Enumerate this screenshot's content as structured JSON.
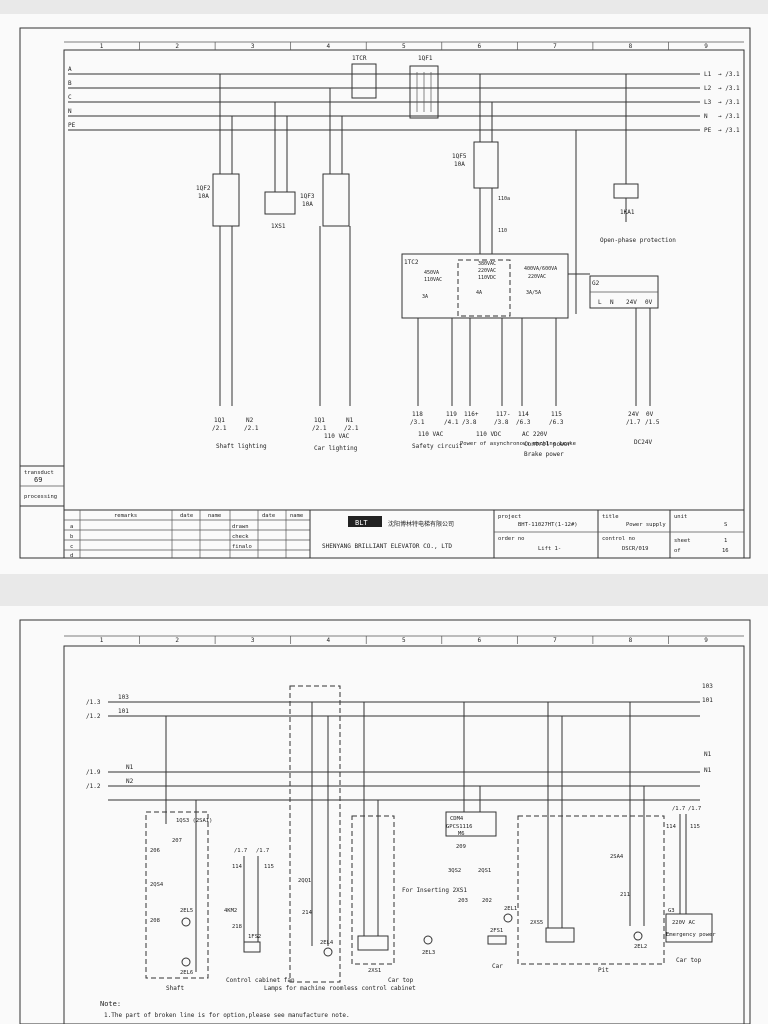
{
  "sheet1": {
    "columns": [
      "1",
      "2",
      "3",
      "4",
      "5",
      "6",
      "7",
      "8",
      "9"
    ],
    "bus_left": [
      "A",
      "B",
      "C",
      "N",
      "PE"
    ],
    "bus_right": [
      "L1",
      "L2",
      "L3",
      "N",
      "PE"
    ],
    "bus_right_ref": [
      "/3.1",
      "/3.1",
      "/3.1",
      "/3.1",
      "/3.1"
    ],
    "transformer_label": "1TCR",
    "breaker_main": "1QF1",
    "breaker_shaft": {
      "tag": "1QF2",
      "rating": "10A"
    },
    "breaker_car": {
      "tag": "1QF3",
      "rating": "10A"
    },
    "breaker_aux": {
      "tag": "1QF5",
      "rating": "10A"
    },
    "socket_label": "1XS1",
    "relay_label": "1KA1",
    "open_phase": "Open-phase protection",
    "tc2_label": "1TC2",
    "tc2_ratings": [
      "450VA",
      "110VAC",
      "3A"
    ],
    "tc2_mid": [
      "380VAC",
      "220VAC",
      "110VDC",
      "4A"
    ],
    "tc2_right": [
      "400VA/600VA",
      "220VAC",
      "3A/5A"
    ],
    "psu_label": "G2",
    "psu_terms": [
      "L",
      "N",
      "24V",
      "0V"
    ],
    "wires_bottom": [
      "1Q1",
      "N2",
      "1Q1",
      "N1",
      "118",
      "119",
      "116+",
      "117-",
      "114",
      "115",
      "24V",
      "0V"
    ],
    "refs_bottom": [
      "/2.1",
      "/2.1",
      "/2.1",
      "/2.1",
      "/3.1",
      "/4.1",
      "/3.8",
      "/3.8",
      "/6.3",
      "/6.3",
      "/1.7",
      "/1.5"
    ],
    "group_labels": [
      "Shaft lighting",
      "110 VAC",
      "Car lighting",
      "110 VAC",
      "Safety circuit",
      "110 VDC",
      "Power of asynchronous machine brake",
      "AC 220V",
      "Control power",
      "Brake power",
      "DC24V"
    ],
    "side_labels": [
      "transduct",
      "69",
      "processing"
    ],
    "title_block": {
      "remarks": "remarks",
      "date": "date",
      "name": "name",
      "rows": [
        "a",
        "b",
        "c",
        "d"
      ],
      "drawn": "drawn",
      "check": "check",
      "finalo": "finalo",
      "brand": "BLT",
      "company_cn": "沈阳博林特电梯有限公司",
      "company_en": "SHENYANG  BRILLIANT  ELEVATOR  CO., LTD",
      "project_label": "project",
      "project": "BHT-11027HT(1-12#)",
      "order_label": "order no",
      "order": "Lift 1-",
      "title_label": "title",
      "title": "Power supply",
      "control_label": "control no",
      "control": "DSCR/019",
      "unit_label": "unit",
      "unit": "S",
      "sheet_label": "sheet",
      "sheet": "1",
      "of_label": "of",
      "of": "16"
    }
  },
  "sheet2": {
    "columns": [
      "1",
      "2",
      "3",
      "4",
      "5",
      "6",
      "7",
      "8",
      "9"
    ],
    "left_refs": [
      "/1.3",
      "/1.2",
      "/1.9",
      "/1.2"
    ],
    "left_wires": [
      "103",
      "101",
      "N1",
      "N2"
    ],
    "right_wires": [
      "103",
      "101",
      "N1",
      "N1"
    ],
    "shaft_switch": "1QS3 (2SA1)",
    "shaft_wires": [
      "206",
      "207",
      "2QS4",
      "208",
      "2EL5",
      "2EL6"
    ],
    "fan_refs": [
      "/1.7",
      "/1.7"
    ],
    "fan_wires": [
      "114",
      "115",
      "4KM2",
      "218",
      "1FS2"
    ],
    "lamp_tags": [
      "2QQ1",
      "214",
      "2EL4"
    ],
    "car_top": [
      "2XS1"
    ],
    "car_box": [
      "CDM4",
      "GPCS1116",
      "M6",
      "209"
    ],
    "car_switch": [
      "3QS2",
      "2QS1",
      "203",
      "202",
      "2EL1"
    ],
    "inserting": "For Inserting 2XS1",
    "car_items": [
      "2EL3",
      "2FS1"
    ],
    "pit": [
      "2XS5",
      "2SA4",
      "211",
      "2EL2"
    ],
    "ups": {
      "refs": [
        "/1.7",
        "/1.7"
      ],
      "wires": [
        "114",
        "115"
      ],
      "tag": "G3",
      "line1": "220V AC",
      "line2": "Emergency power"
    },
    "labels": [
      "Shaft",
      "Control cabinet fan",
      "Lamps for machine roomless control cabinet",
      "Car top",
      "Car",
      "Pit",
      "Car top"
    ],
    "note_title": "Note:",
    "note_1": "1.The part of broken line is for option,please see manufacture note."
  }
}
